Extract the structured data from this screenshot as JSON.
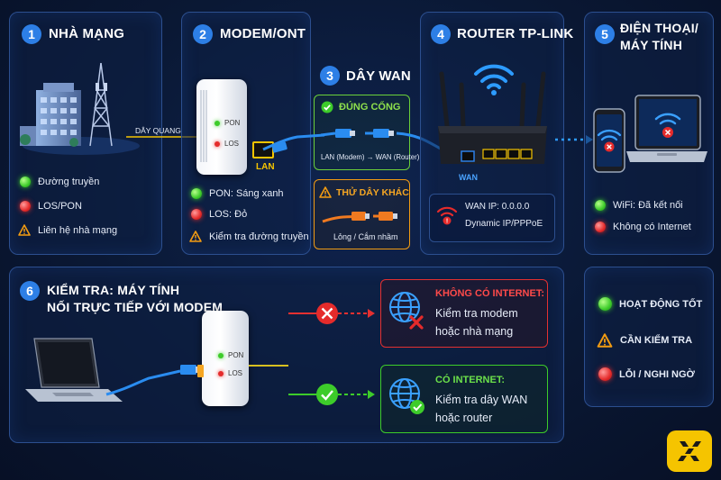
{
  "panels": {
    "isp": {
      "num": "1",
      "title": "NHÀ MẠNG",
      "items": [
        "Đường truyền",
        "LOS/PON",
        "Liên hệ nhà mạng"
      ]
    },
    "modem": {
      "num": "2",
      "title": "MODEM/ONT",
      "pon_label": "PON",
      "los_label": "LOS",
      "lan_label": "LAN",
      "items": [
        "PON: Sáng xanh",
        "LOS: Đỏ",
        "Kiểm tra đường truyền"
      ]
    },
    "wan": {
      "num": "3",
      "title": "DÂY WAN",
      "correct_title": "ĐÚNG CỔNG",
      "correct_caption": "LAN (Modem) → WAN (Router)",
      "wrong_title": "THỬ DÂY KHÁC",
      "wrong_caption": "Lỏng / Cắm nhầm"
    },
    "router": {
      "num": "4",
      "title": "ROUTER TP-LINK",
      "wan_port_label": "WAN",
      "info_line1": "WAN IP: 0.0.0.0",
      "info_line2": "Dynamic IP/PPPoE"
    },
    "device": {
      "num": "5",
      "title_line1": "ĐIỆN THOẠI/",
      "title_line2": "MÁY TÍNH",
      "items": [
        "WiFi: Đã kết nối",
        "Không có Internet"
      ]
    },
    "test": {
      "num": "6",
      "title_line1": "KIỂM TRA: MÁY TÍNH",
      "title_line2": "NỐI TRỰC TIẾP VỚI MODEM",
      "pon_label": "PON",
      "los_label": "LOS",
      "fail_title": "KHÔNG CÓ INTERNET:",
      "fail_line1": "Kiểm tra modem",
      "fail_line2": "hoặc nhà mạng",
      "ok_title": "CÓ INTERNET:",
      "ok_line1": "Kiểm tra dây WAN",
      "ok_line2": "hoặc router"
    },
    "legend": {
      "items": [
        "HOẠT ĐỘNG TỐT",
        "CẦN KIỂM TRA",
        "LỖI / NGHI NGỜ"
      ]
    }
  },
  "connector_label": "DÂY QUANG",
  "colors": {
    "accent_blue": "#2d7fe6",
    "ok_green": "#3dcc2a",
    "error_red": "#e52b2b",
    "warn_orange": "#f39c12"
  }
}
